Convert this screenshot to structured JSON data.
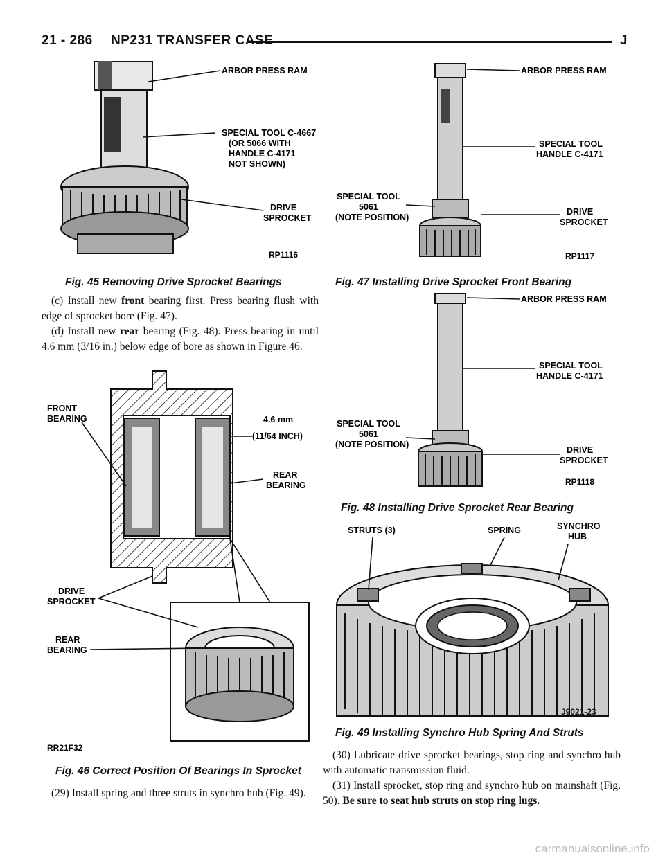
{
  "header": {
    "page_number": "21 - 286",
    "section_title": "NP231 TRANSFER CASE",
    "letter": "J"
  },
  "fig45": {
    "caption": "Fig. 45 Removing Drive Sprocket Bearings",
    "labels": {
      "ram": "ARBOR PRESS RAM",
      "tool1": "SPECIAL TOOL C-4667",
      "tool2": "(OR 5066 WITH",
      "tool3": "HANDLE C-4171",
      "tool4": "NOT SHOWN)",
      "sprocket1": "DRIVE",
      "sprocket2": "SPROCKET"
    },
    "code": "RP1116"
  },
  "fig47": {
    "caption": "Fig. 47 Installing Drive Sprocket Front Bearing",
    "labels": {
      "ram": "ARBOR PRESS RAM",
      "handle1": "SPECIAL TOOL",
      "handle2": "HANDLE C-4171",
      "tool1": "SPECIAL TOOL",
      "tool2": "5061",
      "tool3": "(NOTE POSITION)",
      "sprocket1": "DRIVE",
      "sprocket2": "SPROCKET"
    },
    "code": "RP1117"
  },
  "fig48": {
    "caption": "Fig. 48 Installing Drive Sprocket Rear Bearing",
    "labels": {
      "ram": "ARBOR PRESS RAM",
      "handle1": "SPECIAL TOOL",
      "handle2": "HANDLE C-4171",
      "tool1": "SPECIAL TOOL",
      "tool2": "5061",
      "tool3": "(NOTE POSITION)",
      "sprocket1": "DRIVE",
      "sprocket2": "SPROCKET"
    },
    "code": "RP1118"
  },
  "fig46": {
    "caption": "Fig. 46 Correct Position Of Bearings In Sprocket",
    "labels": {
      "front1": "FRONT",
      "front2": "BEARING",
      "dim1": "4.6 mm",
      "dim2": "(11/64 INCH)",
      "rear1": "REAR",
      "rear2": "BEARING",
      "drive1": "DRIVE",
      "drive2": "SPROCKET",
      "rearb1": "REAR",
      "rearb2": "BEARING"
    },
    "code": "RR21F32"
  },
  "fig49": {
    "caption": "Fig. 49 Installing Synchro Hub Spring And Struts",
    "labels": {
      "struts": "STRUTS (3)",
      "spring": "SPRING",
      "hub1": "SYNCHRO",
      "hub2": "HUB"
    },
    "code": "J9021-23"
  },
  "steps": {
    "c_pre": "(c) Install new ",
    "c_bold": "front",
    "c_post": " bearing first. Press bearing flush with edge of sprocket bore (Fig. 47).",
    "d_pre": "(d) Install new ",
    "d_bold": "rear",
    "d_post": " bearing (Fig. 48). Press bearing in until 4.6 mm (3/16 in.) below edge of bore as shown in Figure 46.",
    "s29": "(29) Install spring and three struts in synchro hub (Fig. 49).",
    "s30": "(30) Lubricate drive sprocket bearings, stop ring and synchro hub with automatic transmission fluid.",
    "s31_pre": "(31) Install sprocket, stop ring and synchro hub on mainshaft (Fig. 50). ",
    "s31_bold": "Be sure to seat hub struts on stop ring lugs."
  },
  "watermark": "carmanualsonline.info"
}
